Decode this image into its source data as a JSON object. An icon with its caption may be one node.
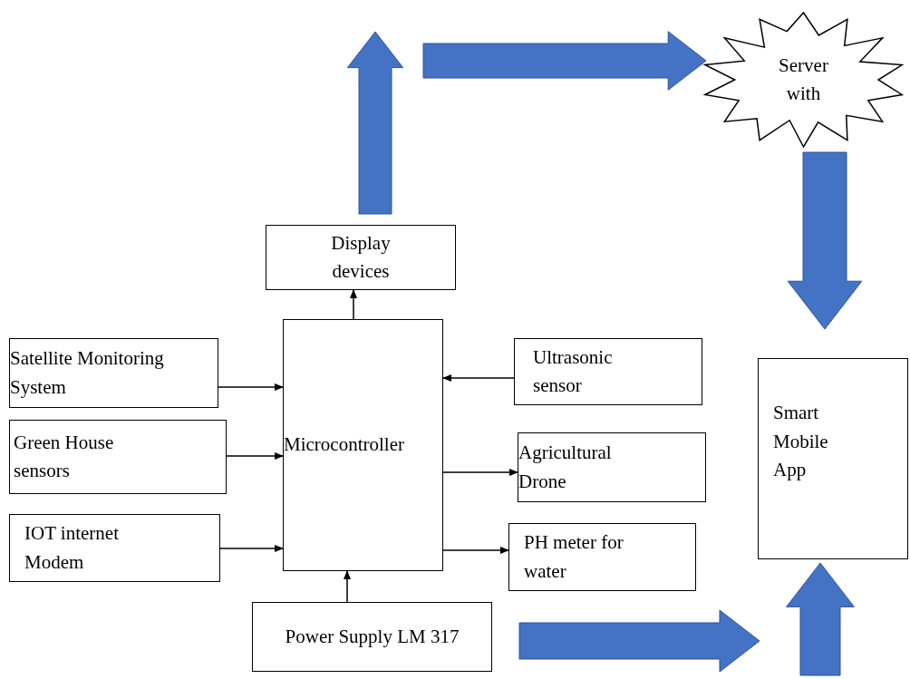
{
  "diagram": {
    "nodes": [
      {
        "text": [
          "Display devices"
        ]
      },
      {
        "text": [
          "Microcontroller"
        ]
      },
      {
        "text": [
          "Satellite Monitoring System"
        ]
      },
      {
        "text": [
          "Green House sensors"
        ]
      },
      {
        "text": [
          "IOT internet Modem"
        ]
      },
      {
        "text": [
          "Ultrasonic sensor"
        ]
      },
      {
        "text": [
          "Agricultural Drone"
        ]
      },
      {
        "text": [
          "PH meter for water"
        ]
      },
      {
        "text": [
          "Power Supply LM 317"
        ]
      },
      {
        "text": [
          "Server with"
        ]
      },
      {
        "text": [
          "Smart Mobile App"
        ]
      }
    ],
    "edges": [
      {
        "from": 1,
        "to": 0,
        "arrow": "to"
      },
      {
        "from": 2,
        "to": 1,
        "arrow": "to"
      },
      {
        "from": 3,
        "to": 1,
        "arrow": "to"
      },
      {
        "from": 4,
        "to": 1,
        "arrow": "to"
      },
      {
        "from": 5,
        "to": 1,
        "arrow": "to"
      },
      {
        "from": 1,
        "to": 6,
        "arrow": "to"
      },
      {
        "from": 1,
        "to": 7,
        "arrow": "to"
      },
      {
        "from": 8,
        "to": 1,
        "arrow": "to"
      },
      {
        "from": 0,
        "to": null,
        "arrow": "to",
        "style": "thick",
        "color": "#4472c4"
      },
      {
        "from": null,
        "to": 9,
        "arrow": "to",
        "style": "thick",
        "color": "#4472c4"
      },
      {
        "from": 9,
        "to": 10,
        "arrow": "to",
        "style": "thick",
        "color": "#4472c4"
      },
      {
        "from": 8,
        "to": null,
        "arrow": "to",
        "style": "thick",
        "color": "#4472c4"
      },
      {
        "from": null,
        "to": 10,
        "arrow": "to",
        "style": "thick",
        "color": "#4472c4"
      }
    ]
  }
}
